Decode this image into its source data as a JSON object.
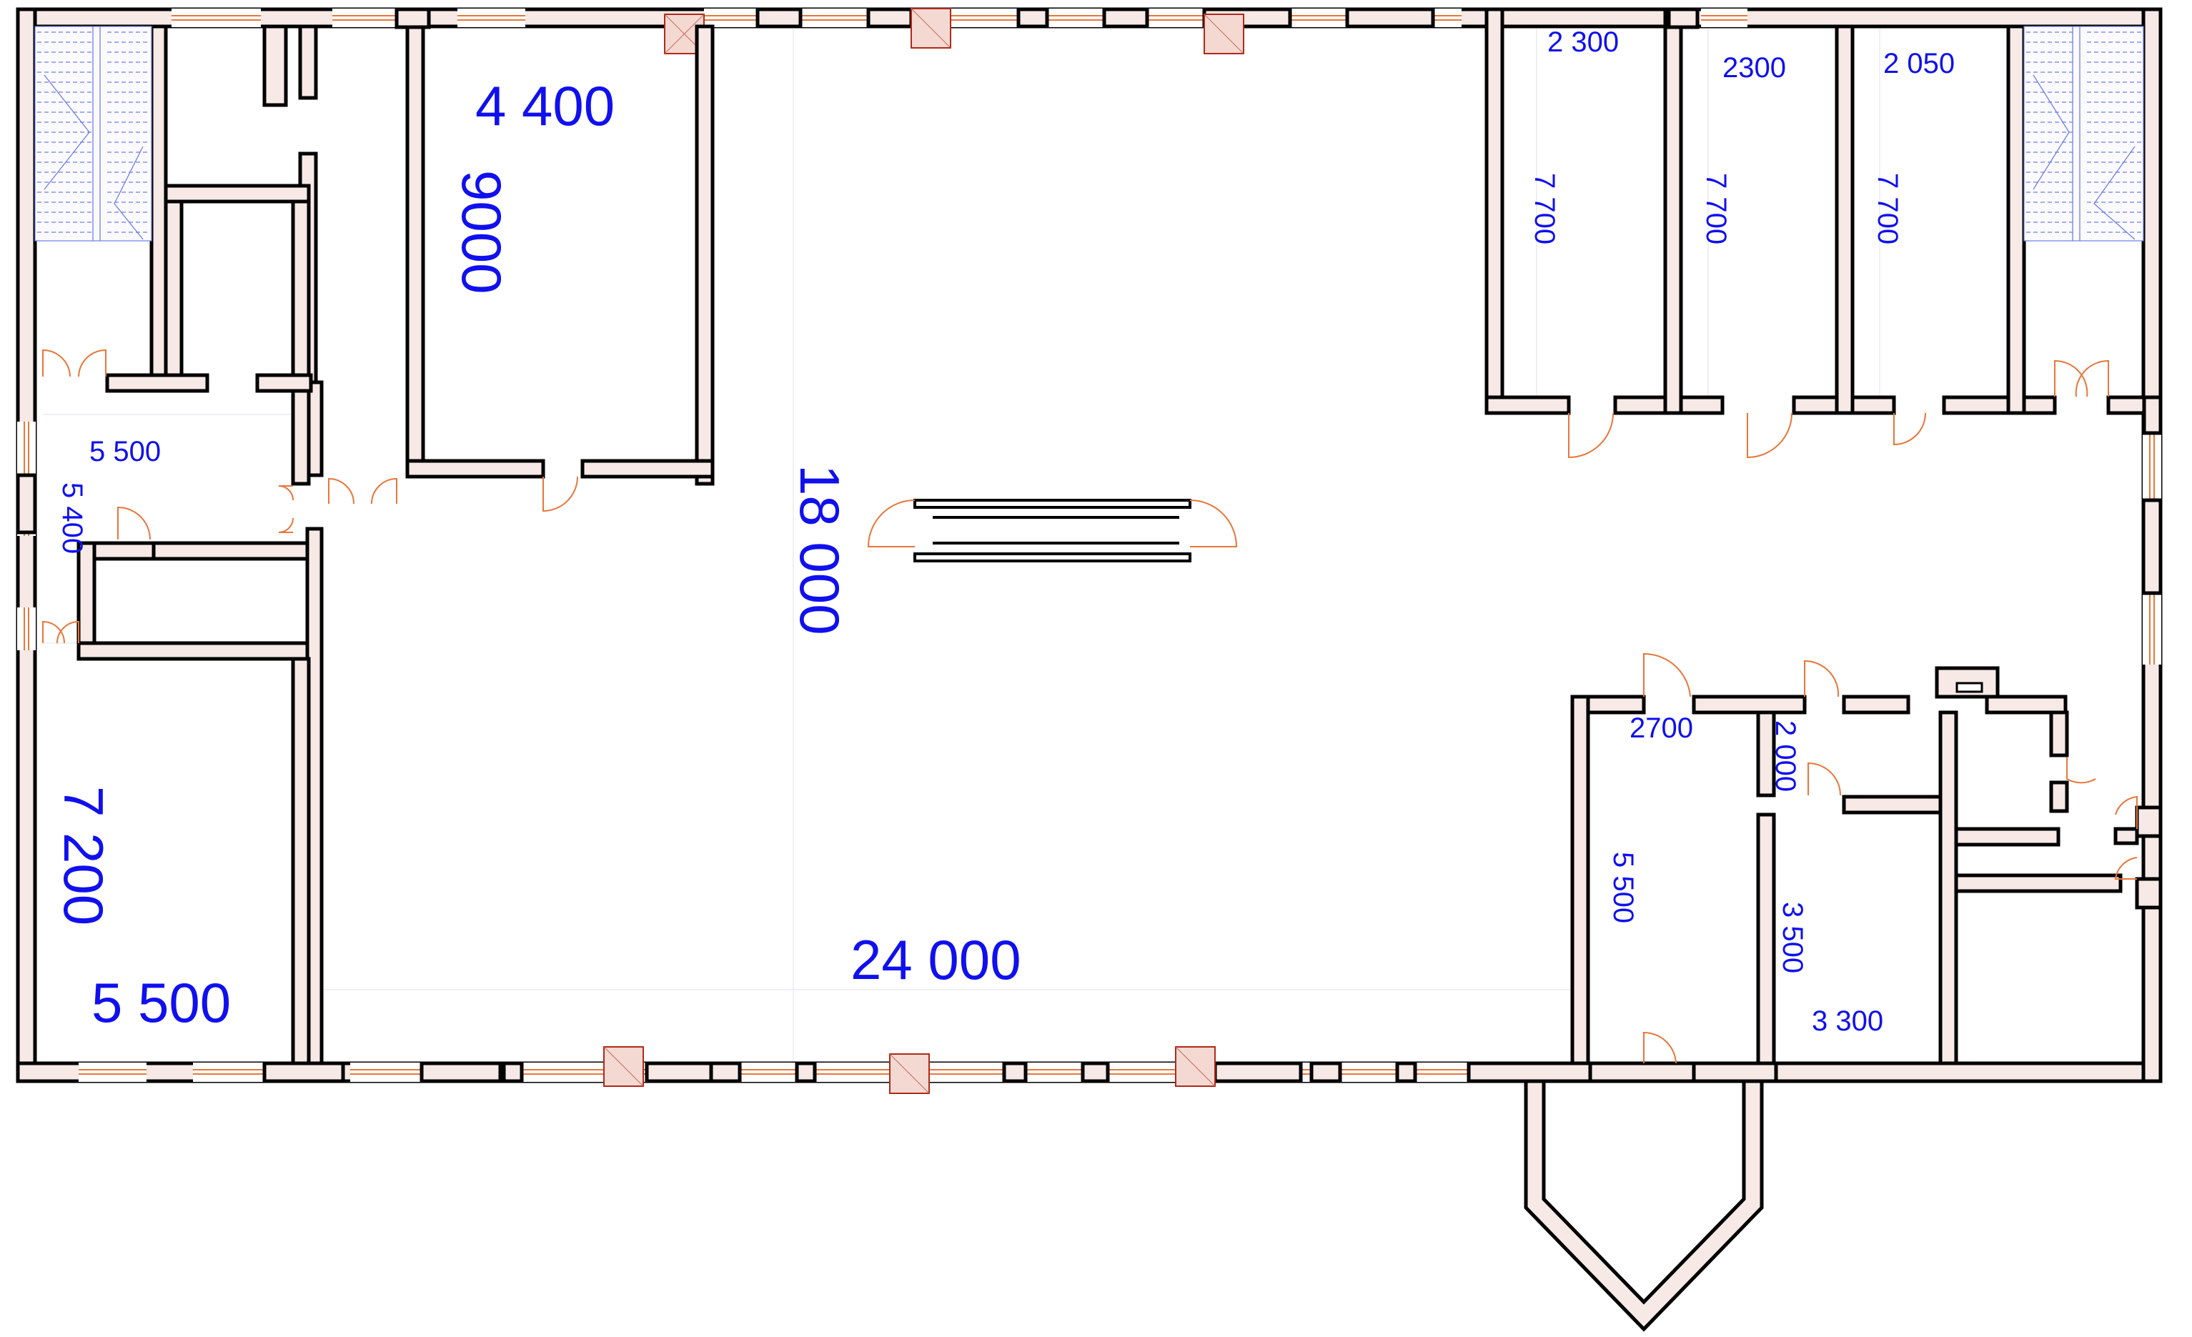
{
  "plan": {
    "dimensions": {
      "hall_width": "24 000",
      "hall_depth": "18 000",
      "room_a_width": "4 400",
      "room_a_length": "9000",
      "room_b_length": "7 200",
      "room_b_width": "5 500",
      "lobby_width": "5 500",
      "lobby_depth": "5 400",
      "office1_width": "2 300",
      "office1_length": "7 700",
      "office2_width": "2300",
      "office2_length": "7 700",
      "office3_width": "2 050",
      "office3_length": "7 700",
      "room_c_width": "2700",
      "room_c_length": "5 500",
      "room_d_width": "2 000",
      "room_e_length": "3 500",
      "room_e_width": "3 300"
    },
    "colors": {
      "dimension_text": "#1010ee",
      "wall_outline": "#000000",
      "door_swing": "#e8763a",
      "column": "#b02a1a",
      "stair": "#6f7de8"
    }
  }
}
